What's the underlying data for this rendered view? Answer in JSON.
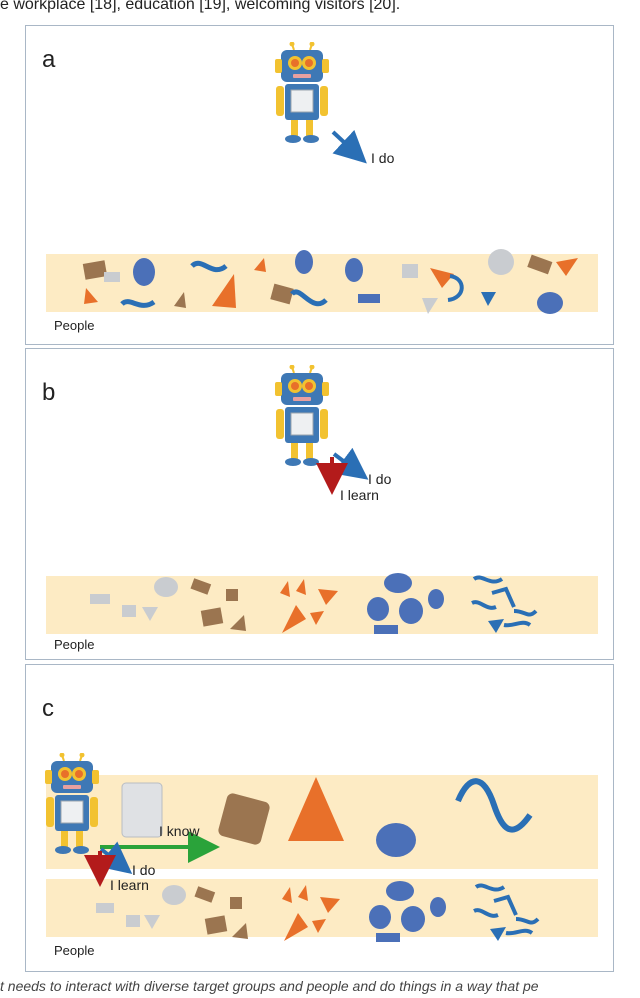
{
  "header_text": "e workplace [18], education [19], welcoming visitors [20].",
  "footer_text": "t needs to interact with diverse target groups and people and do things in a way that pe",
  "panels": {
    "a": {
      "letter": "a",
      "do_label": "I do",
      "people_label": "People"
    },
    "b": {
      "letter": "b",
      "do_label": "I do",
      "learn_label": "I learn",
      "people_label": "People"
    },
    "c": {
      "letter": "c",
      "know_label": "I know",
      "do_label": "I do",
      "learn_label": "I learn",
      "people_label": "People"
    }
  },
  "colors": {
    "band": "#fdebc4",
    "border": "#a9b7c6",
    "robot_body": "#3e78b5",
    "robot_limbs": "#f2c230",
    "arrow_do": "#2a6fb5",
    "arrow_learn": "#b31b1b",
    "arrow_know": "#2aa33a",
    "shape_orange": "#e8702a",
    "shape_blue": "#4b70b8",
    "shape_brown": "#9b7550",
    "shape_grey": "#c9ccd0"
  }
}
